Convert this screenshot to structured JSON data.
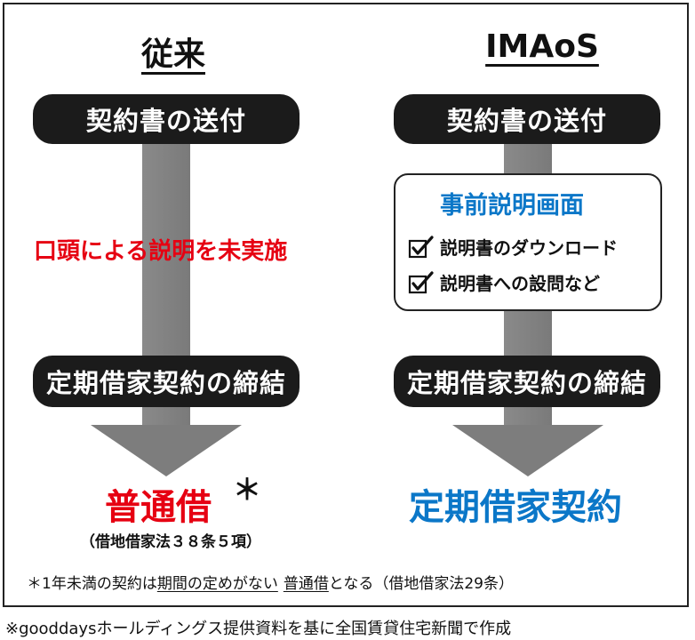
{
  "left": {
    "title": "従来",
    "step1": "契約書の送付",
    "note": "口頭による説明を未実施",
    "step2": "定期借家契約の締結",
    "result": "普通借",
    "result_mark": "＊",
    "result_note": "（借地借家法３８条５項）"
  },
  "right": {
    "title": "IMAoS",
    "step1": "契約書の送付",
    "callout": {
      "title": "事前説明画面",
      "items": [
        "説明書のダウンロード",
        "説明書への設問など"
      ]
    },
    "step2": "定期借家契約の締結",
    "result": "定期借家契約"
  },
  "footnote": {
    "part1": "＊1年未満の契約は",
    "underlined1": "期間の定めがない",
    "underlined2": "普通借",
    "part2": "となる（借地借家法29条）"
  },
  "credit": "※gooddaysホールディングス提供資料を基に全国賃貸住宅新聞で作成",
  "colors": {
    "red": "#e60012",
    "blue": "#0b77c8",
    "pill": "#1b1b1b",
    "arrow": "#7d7d7d"
  },
  "icons": {
    "check": "checkbox-check-icon"
  }
}
